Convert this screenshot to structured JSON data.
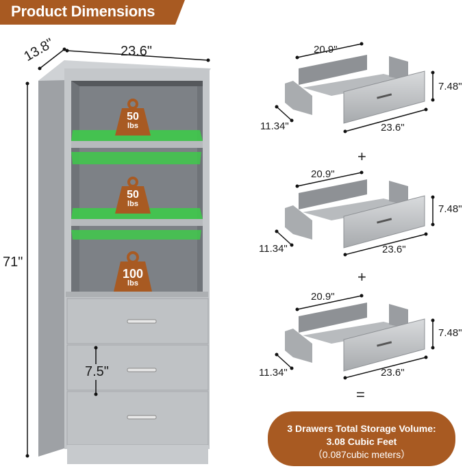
{
  "banner": {
    "title": "Product Dimensions",
    "color": "#a85a22"
  },
  "cabinet": {
    "depth_label": "13.8\"",
    "width_label": "23.6\"",
    "height_label": "71\"",
    "drawer_height_label": "7.5\"",
    "shelf_loads": [
      {
        "value": "50",
        "unit": "lbs"
      },
      {
        "value": "50",
        "unit": "lbs"
      },
      {
        "value": "100",
        "unit": "lbs"
      }
    ],
    "body_color": "#b9bcc0",
    "highlight_color": "#3ec94a"
  },
  "drawers": [
    {
      "inner_width": "20.9\"",
      "height": "7.48\"",
      "depth": "11.34\"",
      "width": "23.6\""
    },
    {
      "inner_width": "20.9\"",
      "height": "7.48\"",
      "depth": "11.34\"",
      "width": "23.6\""
    },
    {
      "inner_width": "20.9\"",
      "height": "7.48\"",
      "depth": "11.34\"",
      "width": "23.6\""
    }
  ],
  "operators": {
    "plus": "+",
    "equals": "="
  },
  "summary": {
    "line1": "3 Drawers Total Storage Volume:",
    "line2": "3.08 Cubic Feet",
    "line3": "（0.087cubic meters）",
    "color": "#a85a22"
  }
}
